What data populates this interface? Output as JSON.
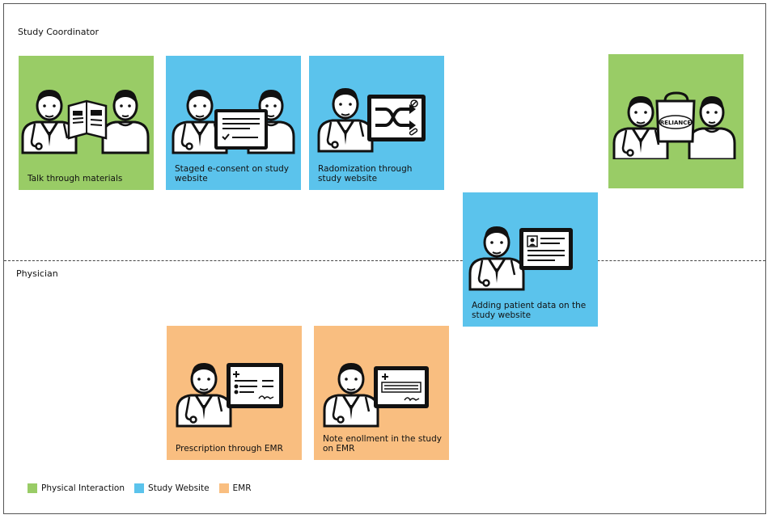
{
  "colors": {
    "physical": "#99cc66",
    "website": "#5bc3ec",
    "emr": "#f9be80",
    "line": "#111111"
  },
  "lanes": {
    "coordinator": "Study Coordinator",
    "physician": "Physician"
  },
  "cards": [
    {
      "caption": "Talk through materials",
      "category": "physical"
    },
    {
      "caption": "Staged e-consent on study website",
      "category": "website"
    },
    {
      "caption": "Radomization through study website",
      "category": "website"
    },
    {
      "caption": "",
      "category": "physical",
      "logo_text": "RELIANCE"
    },
    {
      "caption": "Adding patient data on the study website",
      "category": "website"
    },
    {
      "caption": "Prescription through EMR",
      "category": "emr"
    },
    {
      "caption": "Note enollment in the study on EMR",
      "category": "emr"
    }
  ],
  "legend": [
    {
      "label": "Physical Interaction",
      "category": "physical"
    },
    {
      "label": "Study Website",
      "category": "website"
    },
    {
      "label": "EMR",
      "category": "emr"
    }
  ],
  "icons": {
    "doctor": "doctor-icon",
    "patient": "patient-icon",
    "brochure": "brochure-icon",
    "tablet": "tablet-icon",
    "shuffle": "shuffle-icon",
    "bag": "bag-icon"
  }
}
